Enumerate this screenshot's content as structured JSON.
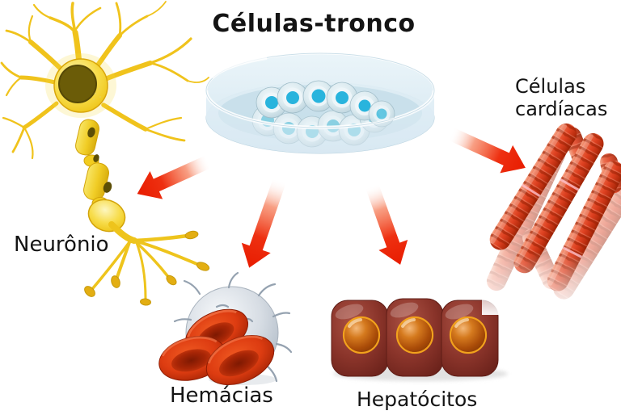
{
  "title": "Células-tronco",
  "labels": {
    "neuron": "Neurônio",
    "red_blood_cells": "Hemácias",
    "hepatocytes": "Hepatócitos",
    "cardiac_line1": "Células",
    "cardiac_line2": "cardíacas"
  },
  "diagram": {
    "type": "stem-cell-differentiation",
    "source_illustration": "petri-dish-with-stem-cells",
    "branches": [
      "neuron",
      "red_blood_cells",
      "hepatocytes",
      "cardiac_cells"
    ],
    "colors": {
      "arrow_red": "#ee1c00",
      "neuron_yellow": "#f2c51d",
      "neuron_nucleus": "#6b5c08",
      "dish_glass_blue": "#d8eaf2",
      "stem_cell_nucleus_cyan": "#29b4dd",
      "red_blood_cell": "#d93a10",
      "white_cell_gray": "#c6cfd8",
      "hepatocyte_body": "#8c3529",
      "hepatocyte_nucleus": "#c96a12",
      "cardiac_fiber": "#dd4020",
      "cardiac_stripe": "#a5240c"
    }
  }
}
